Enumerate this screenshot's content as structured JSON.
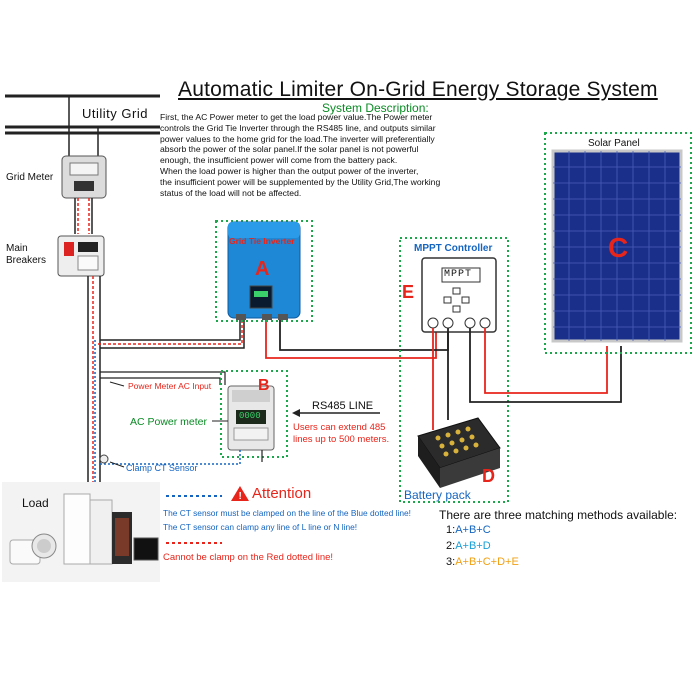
{
  "title": "Automatic Limiter On-Grid Energy Storage System",
  "system_description": {
    "heading": "System Description:",
    "lines": [
      "First, the AC Power meter to get the load power value.The Power meter",
      "controls the Grid Tie Inverter through the RS485 line, and outputs similar",
      "power values to the home grid for the load.The inverter will preferentially",
      "absorb the power of the solar panel.If the solar panel is not powerful",
      "enough, the insufficient power will come from the battery pack.",
      "When the load power is higher than the output power of the inverter,",
      " the insufficient power will be supplemented by the Utility Grid,The working",
      "  status of the load will not be affected."
    ]
  },
  "labels": {
    "utility_grid": "Utility  Grid",
    "grid_meter": "Grid Meter",
    "main_breakers_1": "Main",
    "main_breakers_2": "Breakers",
    "grid_tie_inverter": "Grid Tie Inverter",
    "solar_panel": "Solar Panel",
    "mppt_controller": "MPPT Controller",
    "mppt_screen": "MPPT",
    "power_meter_ac_input": "Power Meter AC Input",
    "ac_power_meter": "AC Power meter",
    "meter_display": "0000",
    "rs485_line": "RS485 LINE",
    "extend_1": "Users can extend 485",
    "extend_2": "lines up to 500 meters.",
    "clamp_ct_sensor": "Clamp CT Sensor",
    "battery_pack": "Battery pack",
    "load": "Load"
  },
  "letters": {
    "a": "A",
    "b": "B",
    "c": "C",
    "d": "D",
    "e": "E"
  },
  "attention": {
    "heading": "Attention",
    "line1": "The CT sensor must be clamped on the line of the Blue dotted line!",
    "line2": "The CT sensor can clamp any line of L line or N line!",
    "line3": "Cannot be clamp on the Red dotted line!"
  },
  "matching": {
    "heading": "There are three matching methods available:",
    "m1_num": "1:",
    "m1": "A+B+C",
    "m2_num": "2:",
    "m2": "A+B+D",
    "m3_num": "3:",
    "m3": "A+B+C+D+E"
  },
  "colors": {
    "green_dotted": "#1aa84a",
    "red_line": "#e8251b",
    "blue_line": "#1565c0",
    "inverter_blue": "#1e88d6",
    "solar_blue": "#1a2f8a",
    "m1_color": "#1565c0",
    "m2_color": "#1a9fd6",
    "m3_color": "#f0a014"
  }
}
